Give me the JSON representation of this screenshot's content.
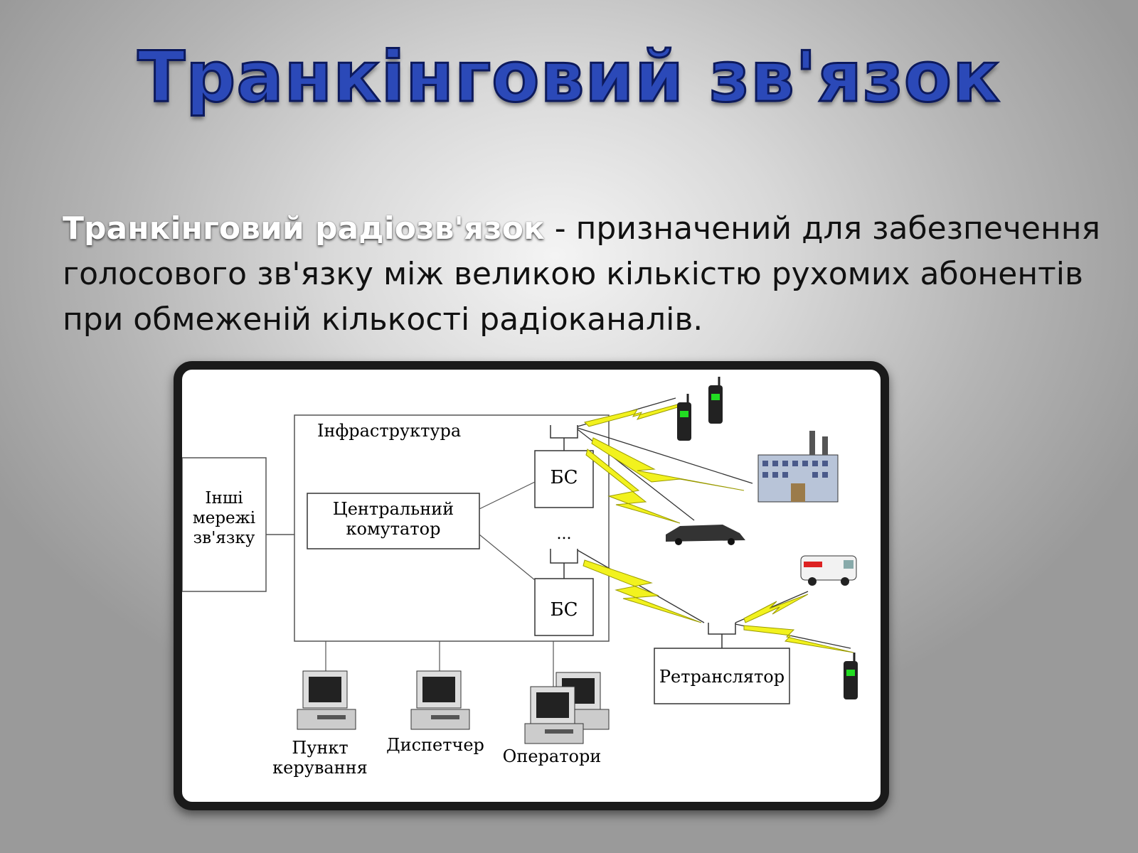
{
  "title": "Транкінговий зв'язок",
  "intro": {
    "term": "Транкінговий радіозв'язок",
    "text": " - призначений для забезпечення голосового зв'язку між великою кількістю рухомих абонентів при обмеженій кількості радіоканалів."
  },
  "diagram": {
    "infrastructure_label": "Інфраструктура",
    "other_networks": [
      "Інші",
      "мережі",
      "зв'язку"
    ],
    "central_switch": [
      "Центральний",
      "комутатор"
    ],
    "bs_top": "БС",
    "bs_dots": "...",
    "bs_bottom": "БС",
    "repeater": "Ретранслятор",
    "control_point": [
      "Пункт",
      "керування"
    ],
    "dispatcher": "Диспетчер",
    "operators": "Оператори"
  },
  "colors": {
    "title_fill": "#2b49b8",
    "lightning": "#f2f21e"
  }
}
